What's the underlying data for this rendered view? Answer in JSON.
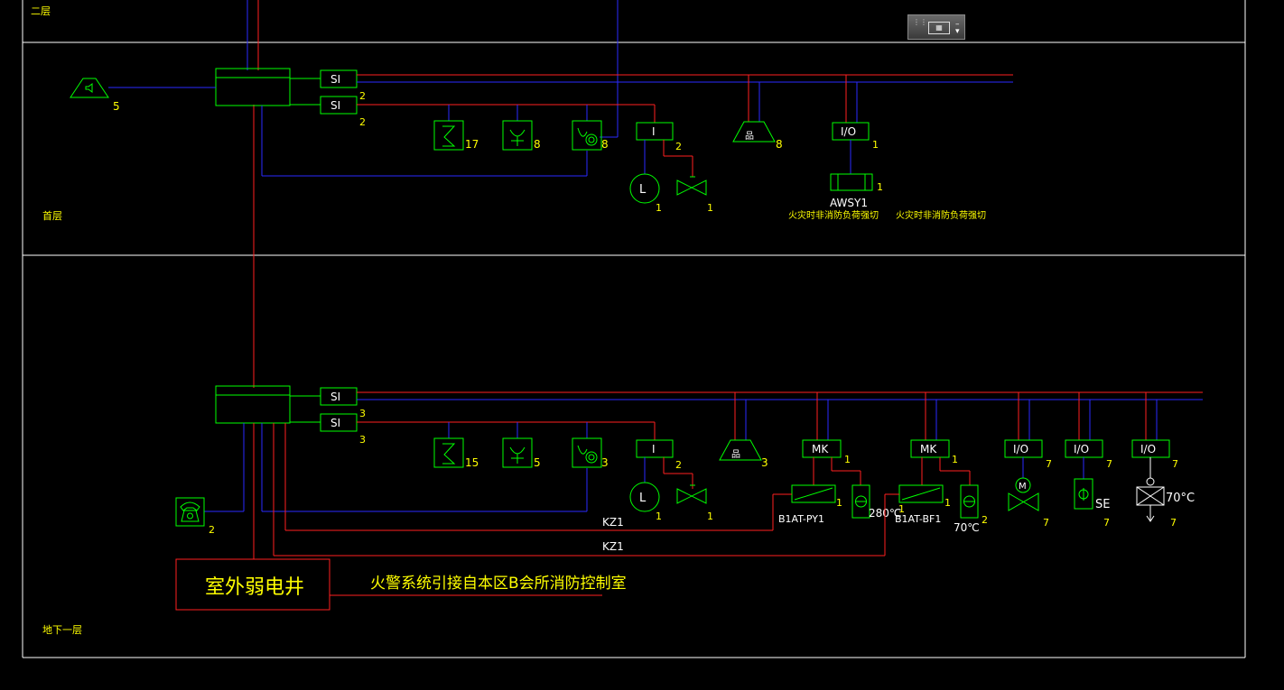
{
  "floors": {
    "second": "二层",
    "first": "首层",
    "basement": "地下一层"
  },
  "toolbar": {
    "icon": "keyboard-icon"
  },
  "first_floor": {
    "si1": "SI",
    "si1_count": "2",
    "si2": "SI",
    "si2_count": "2",
    "speaker_count": "5",
    "smoke_count": "17",
    "heat_count": "8",
    "combo_count": "8",
    "input_label": "I",
    "input_count": "2",
    "flow_count": "1",
    "valve_count": "1",
    "alarm_count": "8",
    "io_label": "I/O",
    "io_count": "1",
    "awsy_label": "AWSY1",
    "awsy_count": "1",
    "note1": "火灾时非消防负荷强切",
    "note2": "火灾时非消防负荷强切"
  },
  "basement": {
    "si1": "SI",
    "si1_count": "3",
    "si2": "SI",
    "si2_count": "3",
    "phone_count": "2",
    "smoke_count": "15",
    "heat_count": "5",
    "combo_count": "3",
    "input_label": "I",
    "input_count": "2",
    "flow_count": "1",
    "valve_count": "1",
    "alarm_count": "3",
    "mk1_label": "MK",
    "mk1_count": "1",
    "mk2_label": "MK",
    "mk2_count": "1",
    "fan1_label": "B1AT-PY1",
    "fan1_count": "1",
    "damper1_label": "280℃",
    "damper1_count": "1",
    "fan2_label": "B1AT-BF1",
    "fan2_count": "1",
    "damper2_label": "70℃",
    "damper2_count": "2",
    "io1_label": "I/O",
    "io1_count": "7",
    "io2_label": "I/O",
    "io2_count": "7",
    "io3_label": "I/O",
    "io3_count": "7",
    "motor_valve_count": "7",
    "se_label": "SE",
    "se_count": "7",
    "door_label": "70°C",
    "door_count": "7",
    "kz1_a": "KZ1",
    "kz1_b": "KZ1",
    "shaft_label": "室外弱电井",
    "source_note": "火警系统引接自本区B会所消防控制室"
  }
}
